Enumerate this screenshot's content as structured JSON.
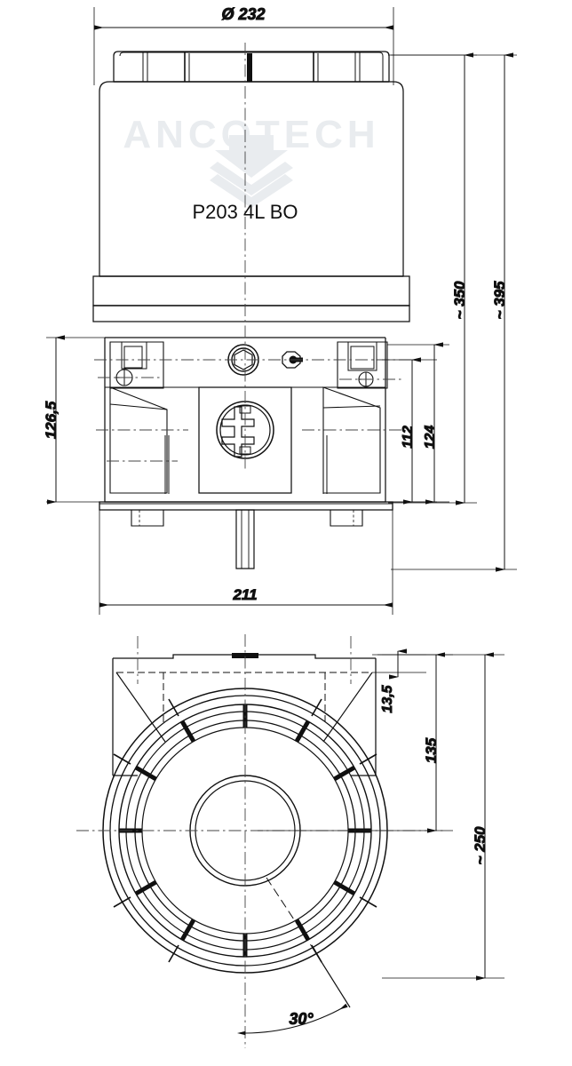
{
  "drawing": {
    "product_label": "P203 4L BO",
    "watermark_text": "ANCOTECH",
    "watermark_icon": "double-chevron-down-logo",
    "views": {
      "front_elevation": "front-elevation-view",
      "bottom_plan": "bottom-plan-view"
    }
  },
  "dimensions": {
    "top_diameter": "Ø 232",
    "height_body": "~ 350",
    "height_total": "~ 395",
    "base_height": "126,5",
    "port_height_inner": "112",
    "port_height_outer": "124",
    "base_width": "211",
    "plan_bracket_offset": "13,5",
    "plan_radius_mount": "135",
    "plan_diameter_outer": "~ 250",
    "outlet_angle": "30°"
  },
  "colors": {
    "line": "#101010",
    "thin_line": "#1a1a1a",
    "watermark": "#e9ecef",
    "center_line": "#444444",
    "paper": "#ffffff"
  }
}
